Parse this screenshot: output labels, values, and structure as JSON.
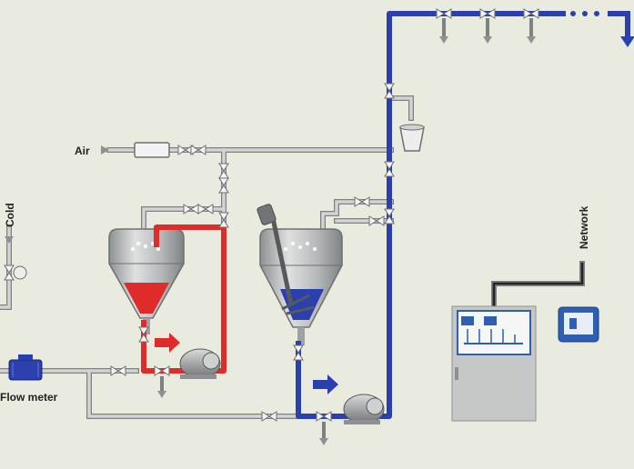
{
  "labels": {
    "air": "Air",
    "cold": "Cold",
    "flow_meter": "Flow meter",
    "network": "Network"
  },
  "colors": {
    "background": "#e9ebdf",
    "pipe_grey": "#c4c6c6",
    "pipe_outline": "#7d8182",
    "hot_loop": "#e02b2b",
    "product_loop": "#2c3fae",
    "tank_body": "#b9bcbd",
    "panel": "#c6c8c8",
    "screen_blue": "#2f5fb2"
  },
  "icons": {
    "valve": "valve-icon",
    "pump": "pump-icon",
    "flow_meter": "flow-meter-icon",
    "arrow": "flow-arrow-icon",
    "bucket": "collection-bucket-icon",
    "controller": "control-panel-icon",
    "handheld": "handheld-terminal-icon"
  }
}
